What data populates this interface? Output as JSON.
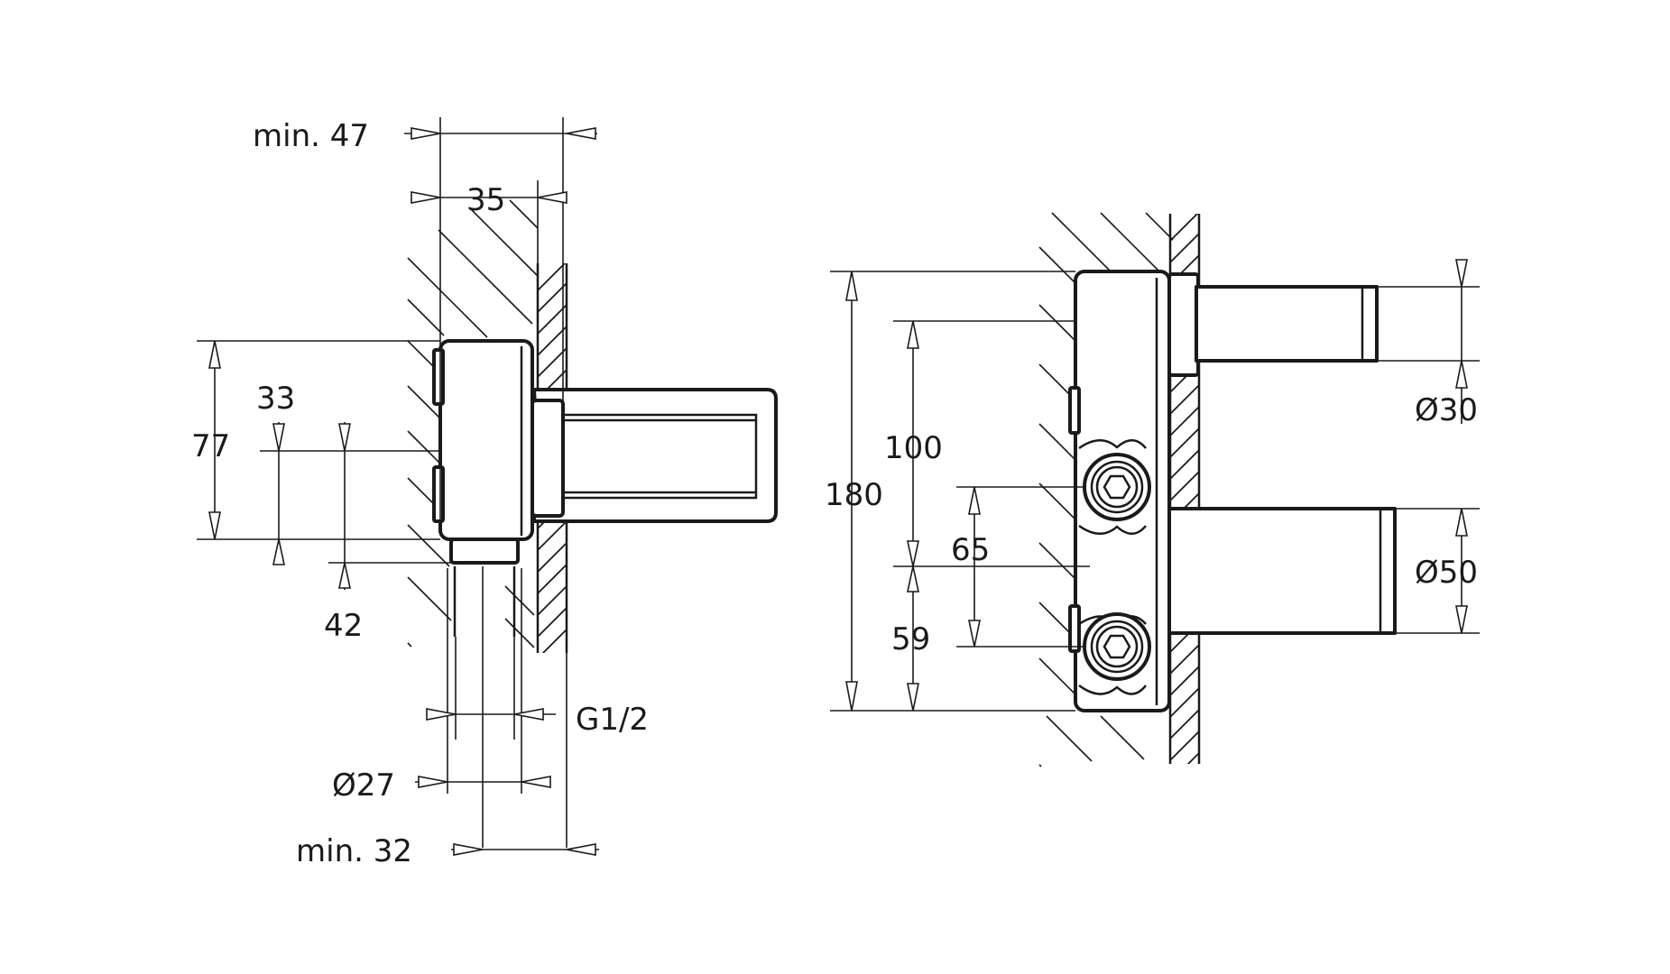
{
  "side_view": {
    "labels": {
      "min47": "min. 47",
      "d35": "35",
      "d33": "33",
      "d77": "77",
      "d42": "42",
      "g12": "G1/2",
      "dia27": "Ø27",
      "min32": "min. 32"
    }
  },
  "front_view": {
    "labels": {
      "d180": "180",
      "d100": "100",
      "d65": "65",
      "d59": "59",
      "dia30": "Ø30",
      "dia50": "Ø50"
    }
  },
  "colors": {
    "line": "#1a1a1a",
    "background": "#ffffff"
  }
}
